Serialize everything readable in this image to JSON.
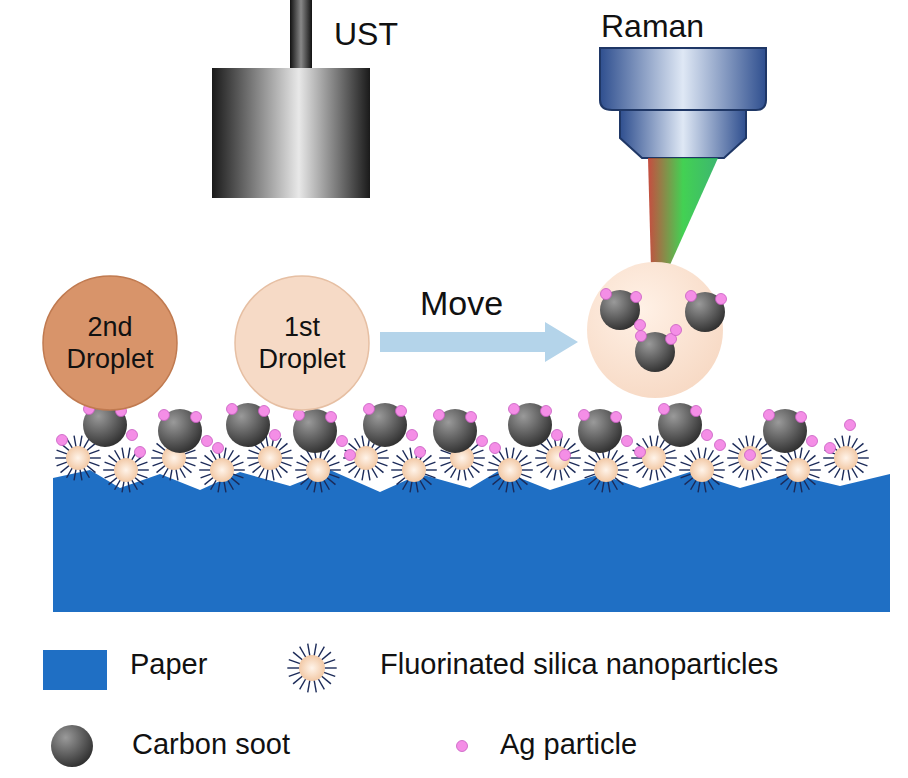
{
  "diagram": {
    "nodes": [
      {
        "text": [
          "2nd Droplet"
        ]
      },
      {
        "text": [
          "1st Droplet"
        ]
      }
    ],
    "labels": [
      "UST",
      "Move",
      "Raman"
    ],
    "legend": [
      {
        "text": "Paper",
        "color": "#1f6fc4"
      },
      {
        "text": "Fluorinated silica nanoparticles"
      },
      {
        "text": "Carbon soot"
      },
      {
        "text": "Ag particle"
      }
    ]
  }
}
